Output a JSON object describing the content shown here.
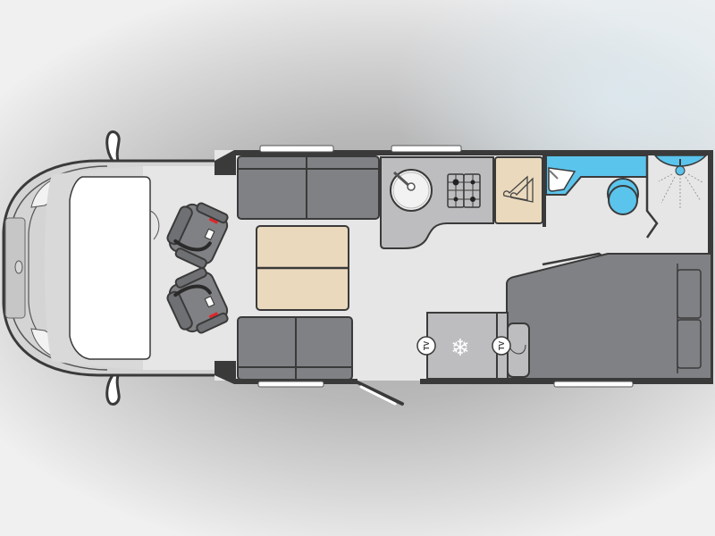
{
  "diagram": {
    "type": "motorhome-floor-plan",
    "orientation": "cab-left",
    "colors": {
      "wall": "#3a3a3a",
      "floor": "#e6e6e6",
      "upholstery": "#808184",
      "upholstery_dark": "#6f7073",
      "table": "#ead9bd",
      "worktop": "#bdbdbf",
      "washroom_fixture": "#5bc4ec",
      "window": "#ffffff",
      "seatbelt_accent": "#e3262b",
      "cab_body": "#d0d0d0"
    },
    "zones": [
      {
        "id": "cab",
        "label": "Cab",
        "items": [
          "windscreen",
          "dashboard",
          "driver-seat",
          "passenger-seat",
          "wing-mirrors"
        ]
      },
      {
        "id": "lounge",
        "label": "Lounge",
        "items": [
          "sofa-front",
          "sofa-rear",
          "dinette-table"
        ]
      },
      {
        "id": "kitchen",
        "label": "Kitchen",
        "items": [
          "sink",
          "hob-4-burner",
          "wardrobe",
          "fridge",
          "tv-point-1"
        ]
      },
      {
        "id": "washroom",
        "label": "Washroom",
        "items": [
          "basin",
          "toilet",
          "shower"
        ]
      },
      {
        "id": "bedroom",
        "label": "Bedroom",
        "items": [
          "bed",
          "pillows",
          "tv-point-2",
          "bedside-cabinet"
        ]
      },
      {
        "id": "entry",
        "label": "Entrance",
        "items": [
          "entrance-door"
        ]
      }
    ],
    "labels": {
      "tv_1": "TV",
      "tv_2": "TV"
    },
    "symbols": {
      "fridge": "❄",
      "wardrobe": "hanger"
    }
  }
}
